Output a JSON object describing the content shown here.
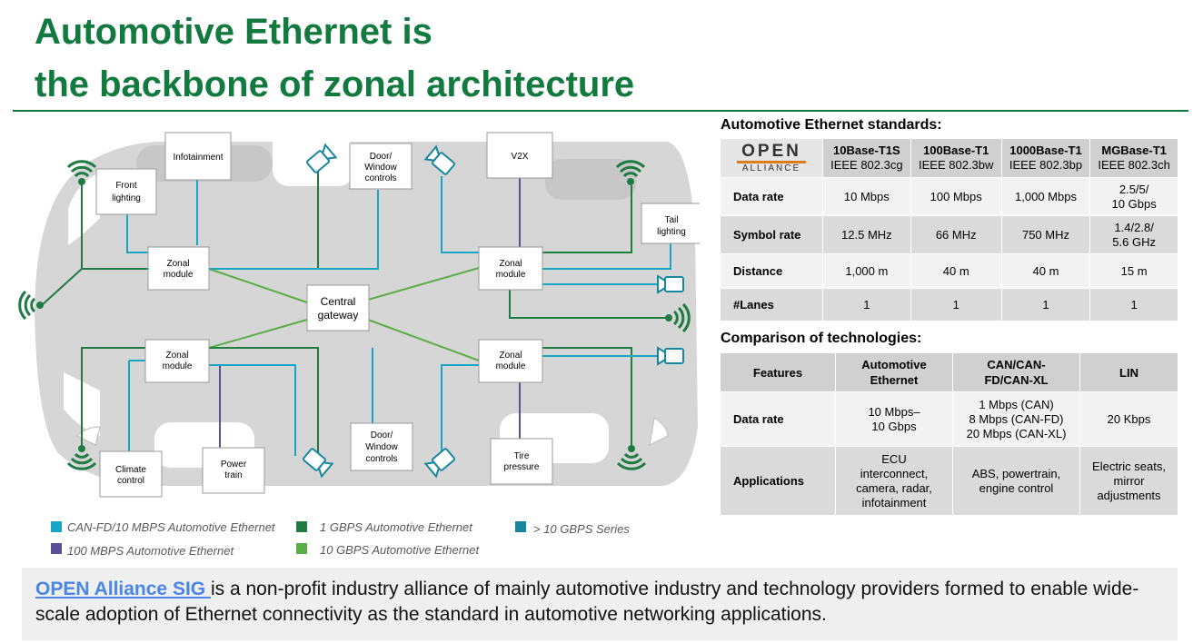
{
  "title": {
    "line1": "Automotive Ethernet is",
    "line2": "the backbone of zonal architecture"
  },
  "colors": {
    "brand_green": "#127a3e",
    "can_fd": "#18a5c4",
    "mbps100": "#5b4f9a",
    "gbps1": "#1e7b41",
    "gbps10": "#5cad49",
    "gbps_over10": "#16879f"
  },
  "diagram": {
    "boxes": {
      "infotainment": "Infotainment",
      "front_lighting": [
        "Front",
        "lighting"
      ],
      "door_window_top": [
        "Door/",
        "Window",
        "controls"
      ],
      "v2x": "V2X",
      "tail_lighting": [
        "Tail",
        "lighting"
      ],
      "zonal_tl": [
        "Zonal",
        "module"
      ],
      "zonal_tr": [
        "Zonal",
        "module"
      ],
      "zonal_bl": [
        "Zonal",
        "module"
      ],
      "zonal_br": [
        "Zonal",
        "module"
      ],
      "central_gateway": [
        "Central",
        "gateway"
      ],
      "climate_control": [
        "Climate",
        "control"
      ],
      "power_train": [
        "Power",
        "train"
      ],
      "door_window_bottom": [
        "Door/",
        "Window",
        "controls"
      ],
      "tire_pressure": [
        "Tire",
        "pressure"
      ]
    },
    "icons": [
      "antenna-icon",
      "camera-icon"
    ],
    "legend": {
      "can_fd": "CAN-FD/10 MBPS Automotive Ethernet",
      "gbps1": "1 GBPS Automotive Ethernet",
      "gbps_over10": "> 10 GBPS Series",
      "mbps100": "100 MBPS Automotive Ethernet",
      "gbps10": "10 GBPS Automotive Ethernet"
    }
  },
  "standards": {
    "title_pre": "Automotive ",
    "title_bold": "Ethernet standards:",
    "logo_line1": "OPEN",
    "logo_line2": "ALLIANCE",
    "columns": [
      {
        "name": "10Base-T1S",
        "ieee": "IEEE 802.3cg"
      },
      {
        "name": "100Base-T1",
        "ieee": "IEEE 802.3bw"
      },
      {
        "name": "1000Base-T1",
        "ieee": "IEEE 802.3bp"
      },
      {
        "name": "MGBase-T1",
        "ieee": "IEEE 802.3ch"
      }
    ],
    "rows": [
      {
        "label": "Data rate",
        "values": [
          "10 Mbps",
          "100 Mbps",
          "1,000 Mbps",
          "2.5/5/\n10 Gbps"
        ]
      },
      {
        "label": "Symbol rate",
        "values": [
          "12.5 MHz",
          "66 MHz",
          "750 MHz",
          "1.4/2.8/\n5.6 GHz"
        ]
      },
      {
        "label": "Distance",
        "values": [
          "1,000 m",
          "40 m",
          "40 m",
          "15 m"
        ]
      },
      {
        "label": "#Lanes",
        "values": [
          "1",
          "1",
          "1",
          "1"
        ]
      }
    ]
  },
  "comparison": {
    "title": "Comparison of technologies:",
    "headers": [
      "Features",
      "Automotive\nEthernet",
      "CAN/CAN-\nFD/CAN-XL",
      "LIN"
    ],
    "rows": [
      {
        "label": "Data rate",
        "values": [
          "10 Mbps–\n10 Gbps",
          "1 Mbps (CAN)\n8 Mbps (CAN-FD)\n20 Mbps (CAN-XL)",
          "20 Kbps"
        ]
      },
      {
        "label": "Applications",
        "values": [
          "ECU\ninterconnect,\ncamera, radar,\ninfotainment",
          "ABS, powertrain,\nengine control",
          "Electric seats,\nmirror\nadjustments"
        ]
      }
    ]
  },
  "footer": {
    "link_text": "OPEN Alliance SIG ",
    "text": "is a non-profit industry alliance of mainly automotive industry and technology providers formed to enable wide-scale adoption of Ethernet connectivity as the standard in automotive networking applications."
  }
}
